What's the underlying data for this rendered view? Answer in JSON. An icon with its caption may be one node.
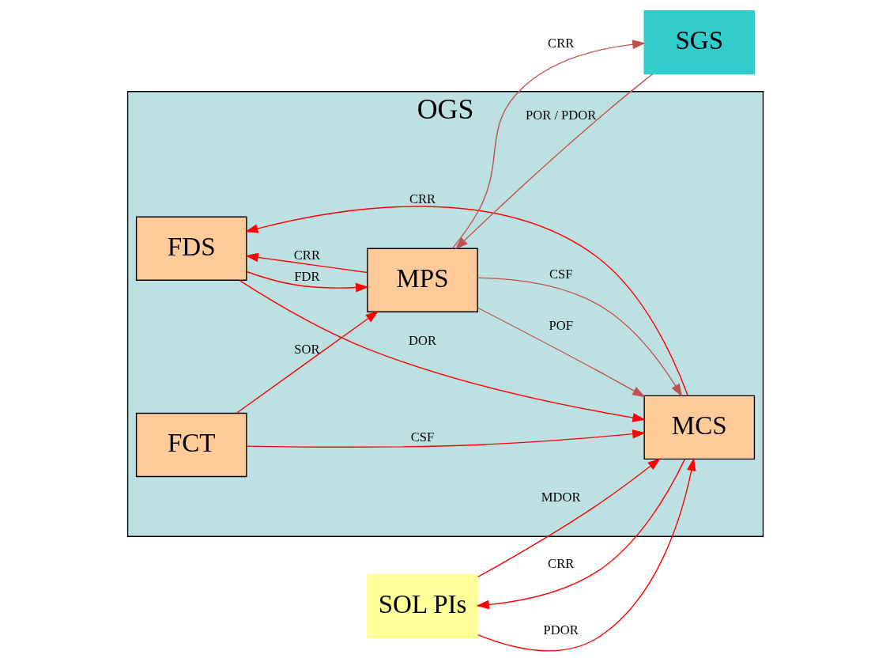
{
  "diagram": {
    "nodes": [
      {
        "text": [
          "OGS"
        ]
      },
      {
        "text": [
          "FDS"
        ],
        "in": 0
      },
      {
        "text": [
          "MCS"
        ],
        "in": 0
      },
      {
        "text": [
          "FCT"
        ],
        "in": 0
      },
      {
        "text": [
          "MPS"
        ],
        "in": 0
      },
      {
        "text": [
          "SOL PIs"
        ]
      },
      {
        "text": [
          "SGS"
        ]
      }
    ],
    "edges": [
      {
        "from": 5,
        "to": 2,
        "arrow": "to",
        "label": "PDOR"
      },
      {
        "from": 5,
        "to": 2,
        "arrow": "to",
        "label": "MDOR"
      },
      {
        "from": 2,
        "to": 5,
        "arrow": "to",
        "label": "CRR"
      },
      {
        "from": 1,
        "to": 2,
        "arrow": "to",
        "label": "DOR"
      },
      {
        "from": 2,
        "to": 1,
        "arrow": "to",
        "label": "CRR"
      },
      {
        "from": 1,
        "to": 4,
        "arrow": "to",
        "label": "FDR"
      },
      {
        "from": 4,
        "to": 1,
        "arrow": "to",
        "label": "CRR"
      },
      {
        "from": 3,
        "to": 2,
        "arrow": "to",
        "label": "CSF"
      },
      {
        "from": 3,
        "to": 4,
        "arrow": "to",
        "label": "SOR"
      },
      {
        "from": 4,
        "to": 2,
        "arrow": "to",
        "label": "CSF",
        "color": "#c0504d"
      },
      {
        "from": 4,
        "to": 2,
        "arrow": "to",
        "label": "POF",
        "color": "#c0504d"
      },
      {
        "from": 4,
        "to": 6,
        "arrow": "to",
        "label": "CRR",
        "color": "#c0504d"
      },
      {
        "from": 6,
        "to": 4,
        "arrow": "to",
        "label": "POR / PDOR",
        "color": "#c0504d"
      }
    ]
  }
}
